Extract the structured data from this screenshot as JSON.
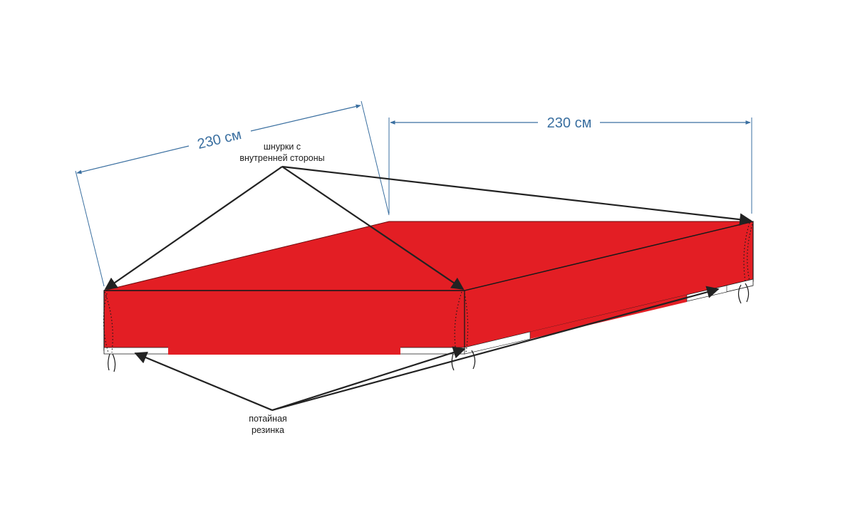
{
  "dimensions": {
    "depth_label": "230 см",
    "width_label": "230 см"
  },
  "callouts": {
    "laces": {
      "line1": "шнурки с",
      "line2": "внутренней стороны"
    },
    "elastic": {
      "line1": "потайная",
      "line2": "резинка"
    }
  },
  "colors": {
    "cover": "#e31e24",
    "dimension": "#3a6fa0",
    "arrow": "#222222",
    "elastic_band": "#ffffff"
  }
}
